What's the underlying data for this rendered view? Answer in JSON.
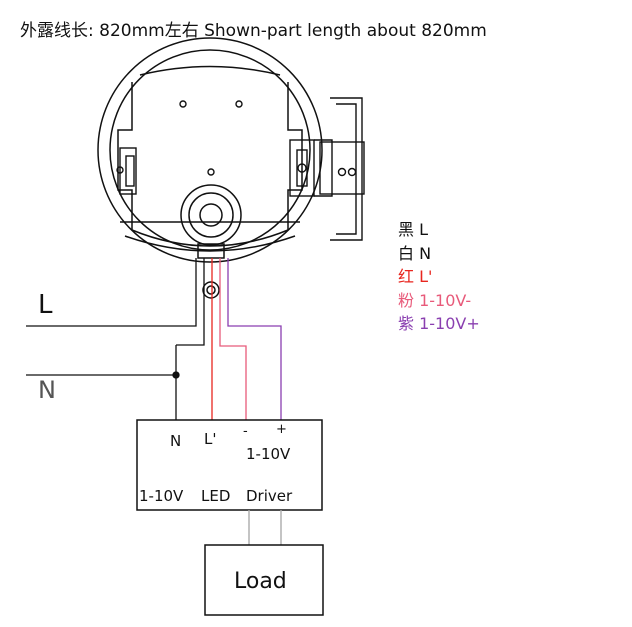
{
  "title": "外露线长: 820mm左右 Shown-part length about 820mm",
  "legend": [
    {
      "text": "黑 L",
      "color": "#111111"
    },
    {
      "text": "白 N",
      "color": "#111111"
    },
    {
      "text": "红 L'",
      "color": "#e8261f"
    },
    {
      "text": "粉 1-10V-",
      "color": "#e85a7a"
    },
    {
      "text": "紫 1-10V+",
      "color": "#8a3fb0"
    }
  ],
  "mains": {
    "live": "L",
    "neutral": "N"
  },
  "driver": {
    "terminal_n": "N",
    "terminal_l": "L'",
    "terminal_minus": "-",
    "terminal_plus": "+",
    "terminal_dim": "1-10V",
    "name_dim": "1-10V",
    "name_led": "LED",
    "name_driver": "Driver"
  },
  "load": "Load",
  "wire_colors": {
    "black": "#111111",
    "red": "#e8261f",
    "pink": "#e85a7a",
    "purple": "#8a3fb0"
  }
}
